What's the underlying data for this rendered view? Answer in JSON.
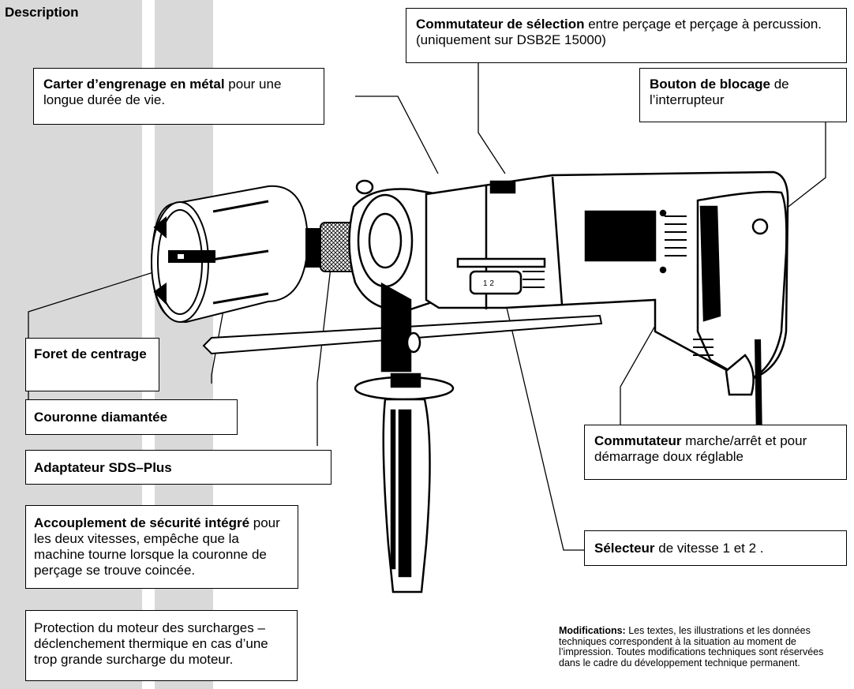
{
  "page": {
    "section_label": "Description"
  },
  "callouts": {
    "selection_switch": {
      "bold": "Commutateur de sélection",
      "text": " entre perçage et perçage à percussion. (uniquement sur DSB2E 15000)"
    },
    "gear_housing": {
      "bold": "Carter d’engrenage en métal",
      "text": " pour une longue durée de vie."
    },
    "lock_button": {
      "bold": "Bouton de blocage",
      "text": " de l’interrupteur"
    },
    "centering_drill": {
      "bold": "Foret de centrage",
      "text": ""
    },
    "diamond_crown": {
      "bold": "Couronne diamantée",
      "text": ""
    },
    "sds_adapter": {
      "bold": "Adaptateur SDS–Plus",
      "text": ""
    },
    "safety_clutch": {
      "bold": "Accouplement de sécurité intégré",
      "text": " pour les deux vitesses, empêche que la machine tourne lorsque la couronne de perçage se trouve coincée."
    },
    "on_off_switch": {
      "bold": "Commutateur",
      "text": " marche/arrêt et pour démarrage doux réglable"
    },
    "speed_selector": {
      "bold": "Sélecteur",
      "text": " de vitesse 1 et 2 ."
    },
    "motor_protection": {
      "bold": "",
      "text": "Protection du moteur des surcharges – déclenchement thermique en cas d’une trop grande surcharge du moteur."
    }
  },
  "footnote": {
    "bold": "Modifications:",
    "text": " Les textes, les illustrations et les données techniques correspondent à la situation au moment de l’impression. Toutes modifications techniques sont réservées dans le cadre du développement technique permanent."
  },
  "switch_marking": "1 2"
}
